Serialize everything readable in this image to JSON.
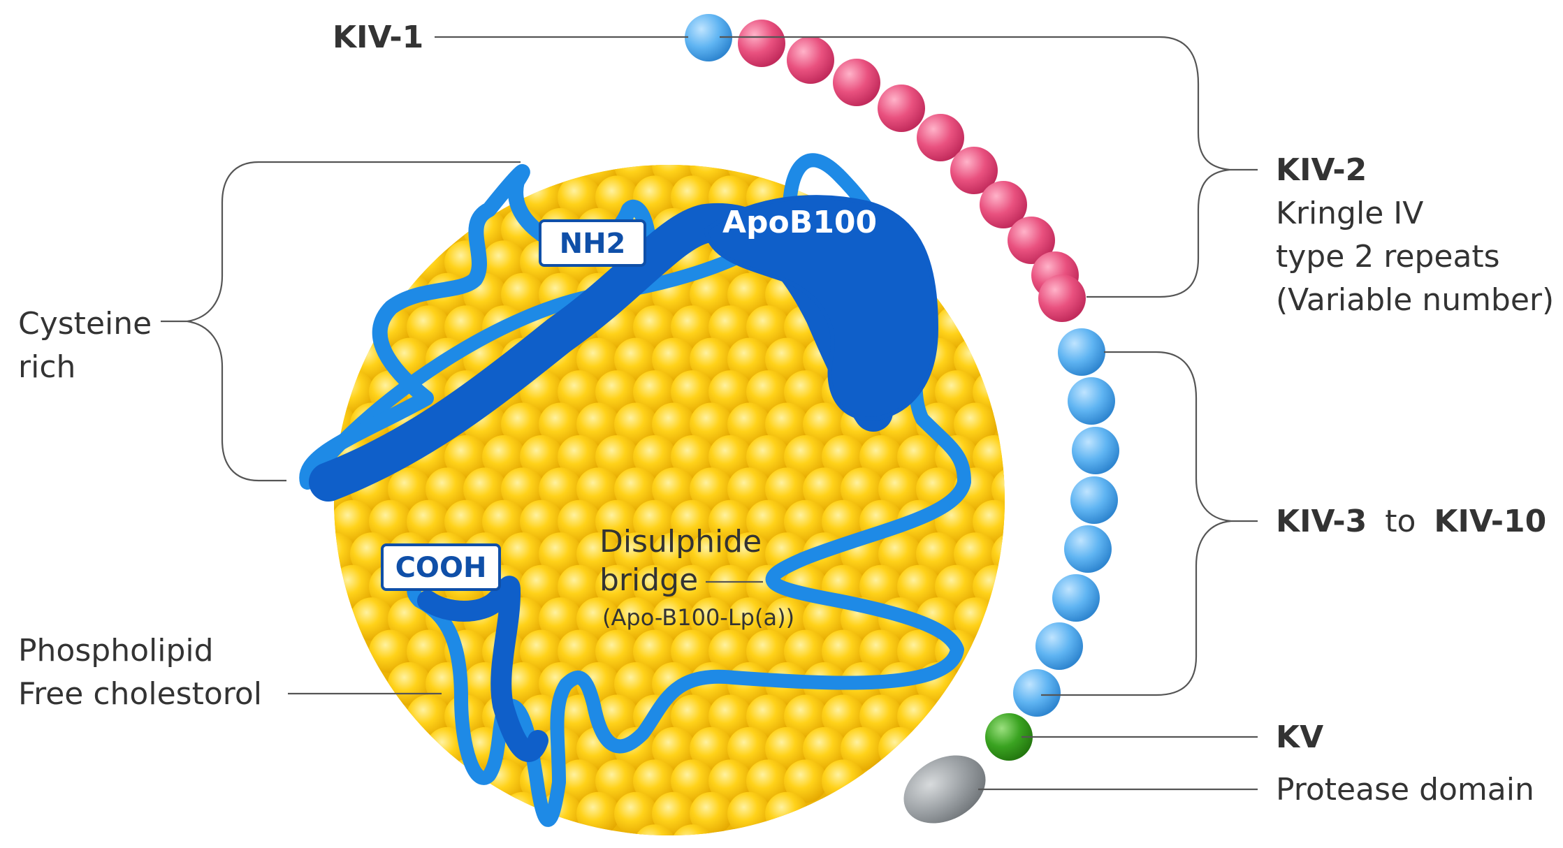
{
  "labels": {
    "kiv1": "KIV-1",
    "kiv2": "KIV-2",
    "kiv2_desc_1": "Kringle IV",
    "kiv2_desc_2": "type 2 repeats",
    "kiv2_desc_3": "(Variable number)",
    "kiv3": "KIV-3",
    "kiv3_to": "to",
    "kiv10": "KIV-10",
    "kv": "KV",
    "protease": "Protease domain",
    "cysteine_1": "Cysteine",
    "cysteine_2": "rich",
    "phospholipid_1": "Phospholipid",
    "phospholipid_2": "Free cholestorol",
    "apob100": "ApoB100",
    "nh2": "NH2",
    "cooh": "COOH",
    "disulphide_1": "Disulphide",
    "disulphide_2": "bridge",
    "disulphide_3": "(Apo-B100-Lp(a))"
  },
  "colors": {
    "lipid_core": "#f5c400",
    "lipid_bead": "#ffd21a",
    "apob_dark": "#0f5fc9",
    "apob_light": "#1e8ae6",
    "kiv1_bead": "#5fb4f2",
    "kiv2_bead": "#e9517f",
    "kiv3_10_bead": "#5fb4f2",
    "kv_bead": "#3aa321",
    "protease": "#9a9fa3",
    "tag_border": "#0f4fa8",
    "tag_text": "#0f4fa8"
  },
  "segments": {
    "kiv1_count": 1,
    "kiv2_count": 10,
    "kiv3_10_count": 8,
    "kv_count": 1,
    "protease_count": 1
  }
}
